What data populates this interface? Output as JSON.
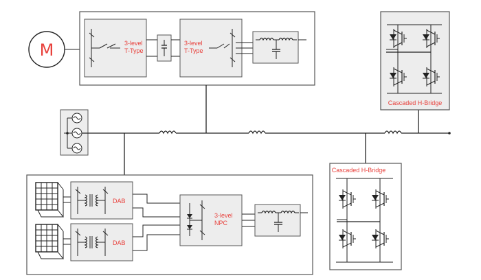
{
  "motor": {
    "label": "M"
  },
  "drive": {
    "stage1": {
      "line1": "3-level",
      "line2": "T-Type"
    },
    "stage2": {
      "line1": "3-level",
      "line2": "T-Type"
    }
  },
  "chb_top": {
    "title": "Cascaded H-Bridge"
  },
  "chb_bottom": {
    "title": "Cascaded H-Bridge"
  },
  "solar": {
    "dab1": {
      "label": "DAB"
    },
    "dab2": {
      "label": "DAB"
    },
    "npc": {
      "line1": "3-level",
      "line2": "NPC"
    }
  },
  "colors": {
    "accent": "#e8413c",
    "line": "#222222",
    "box_stroke": "#555555",
    "block_fill": "#ededed"
  }
}
